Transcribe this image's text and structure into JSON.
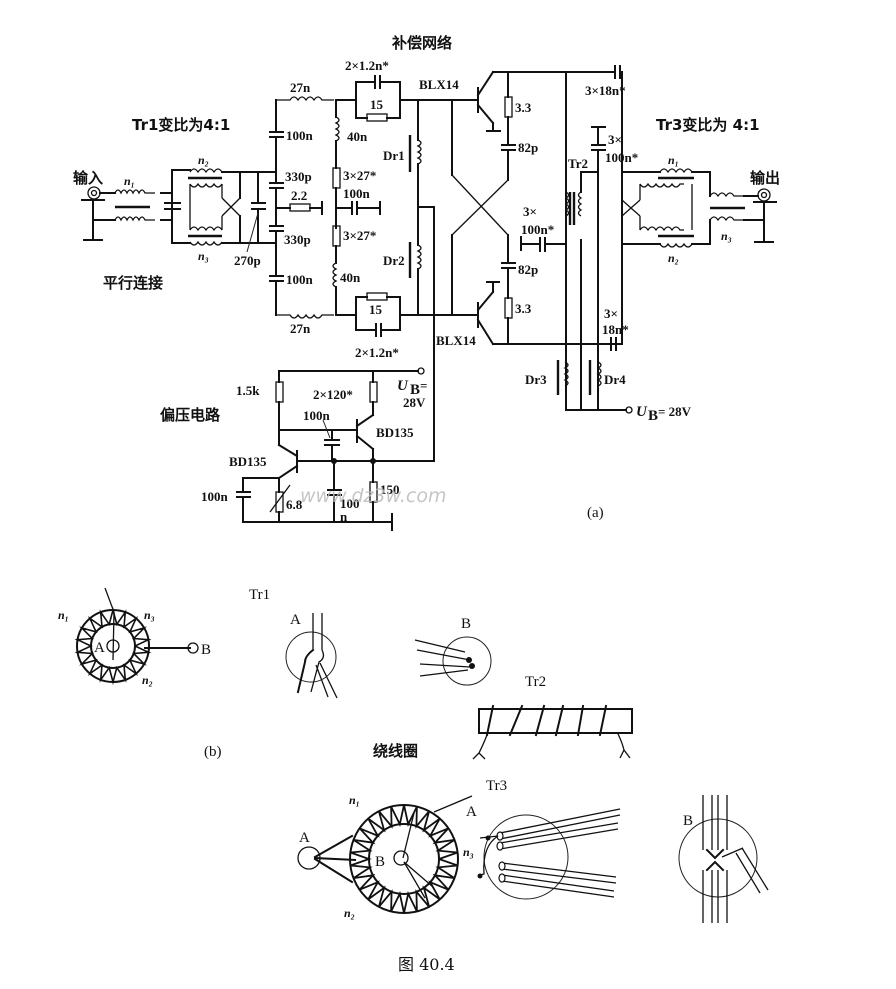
{
  "figure": {
    "caption": "图 40.4",
    "watermark": "www.dz3w.com",
    "part_a_label": "(a)",
    "part_b_label": "(b)"
  },
  "circuit": {
    "headings": {
      "compensation_network": "补偿网络",
      "tr1_ratio": "Tr1变比为4:1",
      "tr3_ratio": "Tr3变比为 4:1",
      "parallel_connection": "平行连接",
      "bias_circuit": "偏压电路"
    },
    "ports": {
      "input": "输入",
      "output": "输出"
    },
    "input_transformer": {
      "n1": "n₁",
      "n2": "n₂",
      "n3": "n₃",
      "cap_270p": "270p"
    },
    "input_network": {
      "l_27n_top": "27n",
      "l_27n_bottom": "27n",
      "c_100n_top": "100n",
      "c_100n_bottom": "100n",
      "c_330p_top": "330p",
      "c_330p_bottom": "330p",
      "r_2_2": "2.2",
      "l_40n_top": "40n",
      "l_40n_bottom": "40n",
      "r_3x27_top": "3×27*",
      "r_3x27_bottom": "3×27*",
      "c_100n_mid": "100n",
      "c_2x1_2n_top": "2×1.2n*",
      "c_2x1_2n_bottom": "2×1.2n*",
      "r_15_top": "15",
      "r_15_bottom": "15",
      "dr1": "Dr1",
      "dr2": "Dr2"
    },
    "output_stage": {
      "transistor_top": "BLX14",
      "transistor_bottom": "BLX14",
      "r_3_3_top": "3.3",
      "r_3_3_bottom": "3.3",
      "c_82p_top": "82p",
      "c_82p_bottom": "82p",
      "c_3x100n_left": "3×\n100n*",
      "c_3x100n_left_l1": "3×",
      "c_3x100n_left_l2": "100n*",
      "c_3x100n_right_l1": "3×",
      "c_3x100n_right_l2": "100n*",
      "c_3x18n_top": "3×18n*",
      "c_3x18n_bottom_l1": "3×",
      "c_3x18n_bottom_l2": "18n*",
      "tr2": "Tr2",
      "dr3": "Dr3",
      "dr4": "Dr4",
      "supply": "UB = 28V",
      "supply_u": "U",
      "supply_sub": "B",
      "supply_val": "= 28V"
    },
    "output_transformer": {
      "n1": "n₁",
      "n2": "n₂",
      "n3": "n₃"
    },
    "bias": {
      "r_1_5k": "1.5k",
      "r_2x120": "2×120*",
      "c_100n_base": "100n",
      "c_100n_emitter": "100n",
      "c_100n_ground_l1": "100",
      "c_100n_ground_l2": "n",
      "transistor_upper": "BD135",
      "transistor_lower": "BD135",
      "thermistor": "6.8",
      "r_150": "150",
      "supply_u": "U",
      "supply_sub": "B",
      "supply_eq": "=",
      "supply_val": "28V"
    }
  },
  "winding": {
    "tr1_title": "Tr1",
    "tr2_title": "Tr2",
    "tr3_title": "Tr3",
    "coil_winding": "绕线圈",
    "labels": {
      "a": "A",
      "b": "B",
      "n1": "n₁",
      "n2": "n₂",
      "n3": "n₃"
    }
  }
}
